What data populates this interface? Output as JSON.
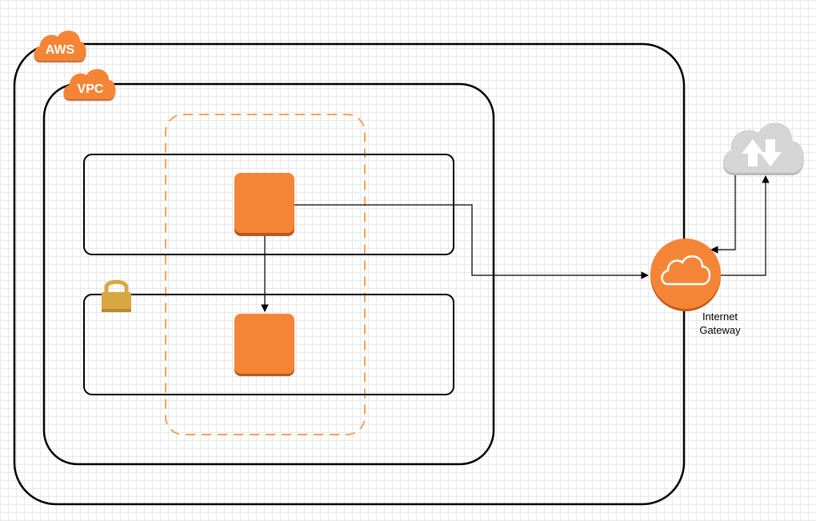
{
  "diagram": {
    "aws_badge": "AWS",
    "vpc_badge": "VPC",
    "gateway_label_line1": "Internet",
    "gateway_label_line2": "Gateway"
  },
  "colors": {
    "accent_orange": "#f58536",
    "cloud_gray": "#d5d5d5",
    "lock_gold": "#d9a741",
    "line": "#000000",
    "dashed_border": "#f5a05a",
    "grid": "#e8e8e8"
  },
  "icons": {
    "aws": "aws-cloud-badge",
    "vpc": "vpc-cloud-badge",
    "instance": "ec2-instance",
    "lock": "padlock",
    "gateway": "internet-gateway",
    "internet": "internet-cloud"
  }
}
